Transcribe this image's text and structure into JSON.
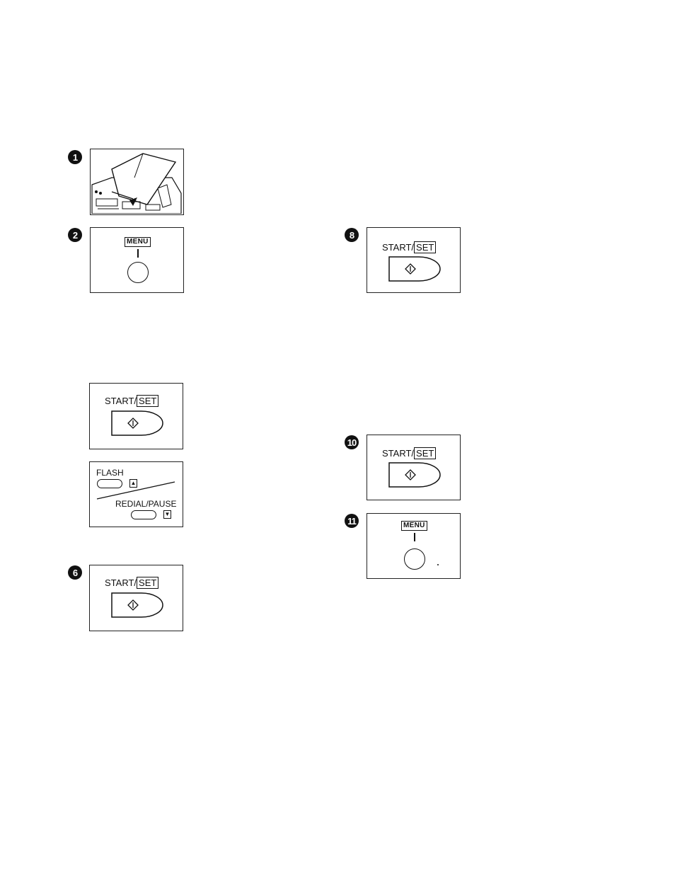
{
  "steps": {
    "s1": {
      "number": "1"
    },
    "s2": {
      "number": "2",
      "menu_label": "MENU"
    },
    "s3": {
      "start_prefix": "START/",
      "set_label": "SET",
      "start_icon": "start-diamond-icon"
    },
    "s4": {
      "flash_label": "FLASH",
      "redial_label": "REDIAL/PAUSE",
      "up_icon": "▲",
      "down_icon": "▼"
    },
    "s6": {
      "number": "6",
      "start_prefix": "START/",
      "set_label": "SET"
    },
    "s8": {
      "number": "8",
      "start_prefix": "START/",
      "set_label": "SET"
    },
    "s10": {
      "number": "10",
      "start_prefix": "START/",
      "set_label": "SET"
    },
    "s11": {
      "number": "11",
      "menu_label": "MENU"
    }
  },
  "colors": {
    "ink": "#111111",
    "paper": "#ffffff"
  }
}
